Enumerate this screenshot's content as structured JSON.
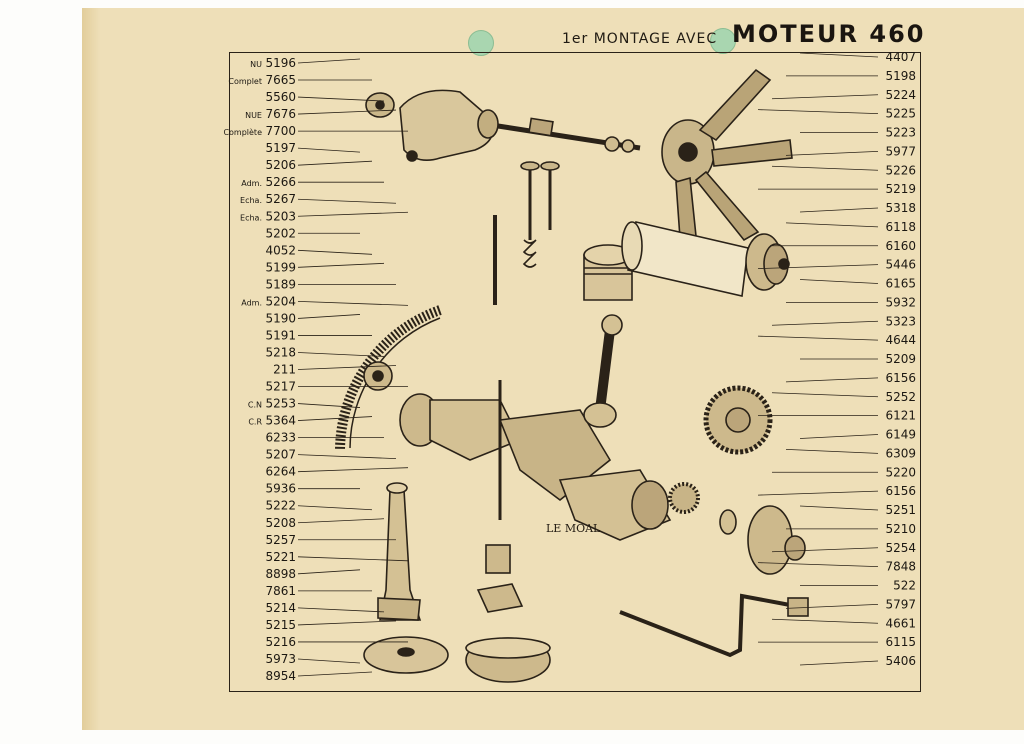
{
  "header": {
    "subtitle": "1er MONTAGE AVEC",
    "title": "MOTEUR 460"
  },
  "artist_signature": "LE MOAL",
  "left_labels": [
    {
      "prefix": "NU",
      "number": "5196"
    },
    {
      "prefix": "Complet",
      "number": "7665"
    },
    {
      "prefix": "",
      "number": "5560"
    },
    {
      "prefix": "NUE",
      "number": "7676"
    },
    {
      "prefix": "Complète",
      "number": "7700"
    },
    {
      "prefix": "",
      "number": "5197"
    },
    {
      "prefix": "",
      "number": "5206"
    },
    {
      "prefix": "Adm.",
      "number": "5266"
    },
    {
      "prefix": "Echa.",
      "number": "5267"
    },
    {
      "prefix": "Echa.",
      "number": "5203"
    },
    {
      "prefix": "",
      "number": "5202"
    },
    {
      "prefix": "",
      "number": "4052"
    },
    {
      "prefix": "",
      "number": "5199"
    },
    {
      "prefix": "",
      "number": "5189"
    },
    {
      "prefix": "Adm.",
      "number": "5204"
    },
    {
      "prefix": "",
      "number": "5190"
    },
    {
      "prefix": "",
      "number": "5191"
    },
    {
      "prefix": "",
      "number": "5218"
    },
    {
      "prefix": "",
      "number": "211"
    },
    {
      "prefix": "",
      "number": "5217"
    },
    {
      "prefix": "C.N",
      "number": "5253"
    },
    {
      "prefix": "C.R",
      "number": "5364"
    },
    {
      "prefix": "",
      "number": "6233"
    },
    {
      "prefix": "",
      "number": "5207"
    },
    {
      "prefix": "",
      "number": "6264"
    },
    {
      "prefix": "",
      "number": "5936"
    },
    {
      "prefix": "",
      "number": "5222"
    },
    {
      "prefix": "",
      "number": "5208"
    },
    {
      "prefix": "",
      "number": "5257"
    },
    {
      "prefix": "",
      "number": "5221"
    },
    {
      "prefix": "",
      "number": "8898"
    },
    {
      "prefix": "",
      "number": "7861"
    },
    {
      "prefix": "",
      "number": "5214"
    },
    {
      "prefix": "",
      "number": "5215"
    },
    {
      "prefix": "",
      "number": "5216"
    },
    {
      "prefix": "",
      "number": "5973"
    },
    {
      "prefix": "",
      "number": "8954"
    }
  ],
  "right_labels": [
    "4407",
    "5198",
    "5224",
    "5225",
    "5223",
    "5977",
    "5226",
    "5219",
    "5318",
    "6118",
    "6160",
    "5446",
    "6165",
    "5932",
    "5323",
    "4644",
    "5209",
    "6156",
    "5252",
    "6121",
    "6149",
    "6309",
    "5220",
    "6156",
    "5251",
    "5210",
    "5254",
    "7848",
    "522",
    "5797",
    "4661",
    "6115",
    "5406"
  ],
  "colors": {
    "paper": "#eedfb8",
    "ink": "#1c1812",
    "binder_hole": "#a9d6b0"
  },
  "icons": [
    "binder-hole-icon",
    "fan-icon",
    "piston-icon",
    "crankshaft-icon",
    "flywheel-icon",
    "crank-handle-icon",
    "oil-pump-icon"
  ]
}
